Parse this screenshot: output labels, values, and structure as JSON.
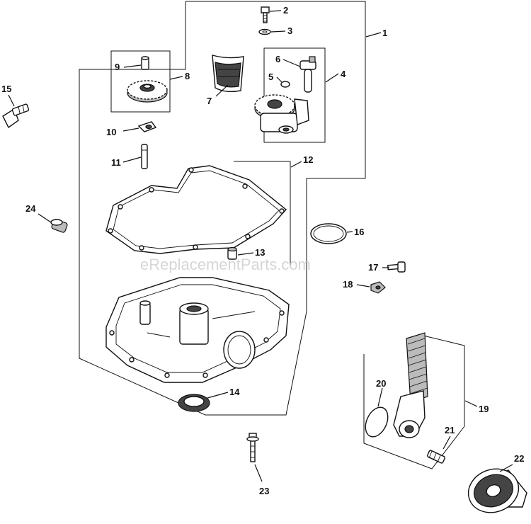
{
  "watermark": "eReplacementParts.com",
  "callouts": [
    "1",
    "2",
    "3",
    "4",
    "5",
    "6",
    "7",
    "8",
    "9",
    "10",
    "11",
    "12",
    "13",
    "14",
    "15",
    "16",
    "17",
    "18",
    "19",
    "20",
    "21",
    "22",
    "23",
    "24"
  ]
}
